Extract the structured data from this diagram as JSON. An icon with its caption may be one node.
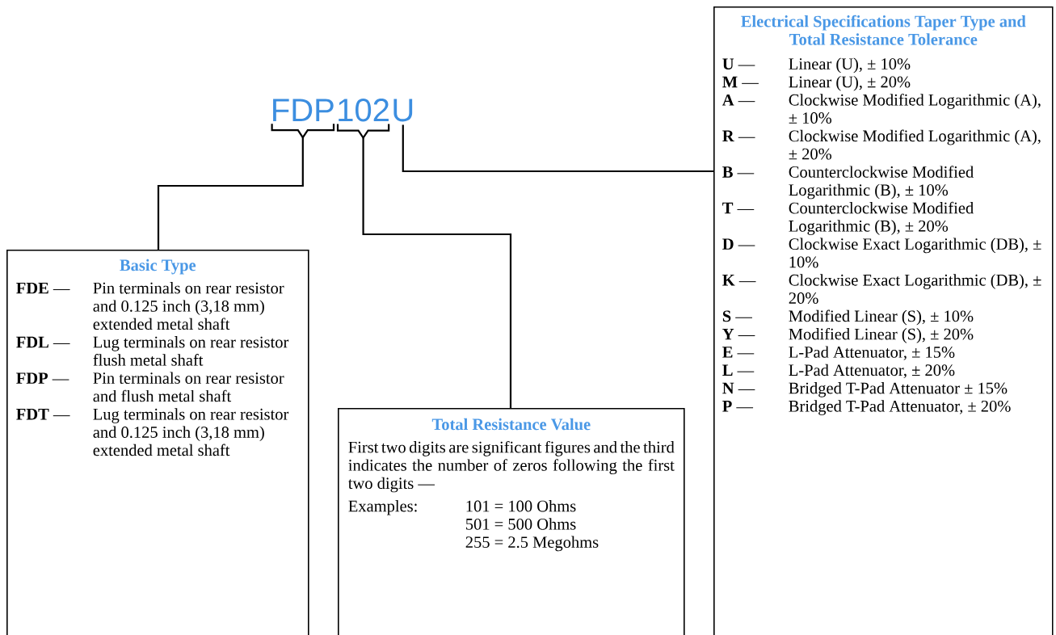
{
  "diagram": {
    "nodes": [
      {
        "text": [
          "FDP"
        ]
      },
      {
        "text": [
          "102"
        ]
      },
      {
        "text": [
          "U"
        ]
      },
      {
        "text": [
          "Basic Type",
          "**FDE** —",
          "Pin terminals on rear resistor and 0.125 inch (3,18 mm) extended metal shaft",
          "**FDL** —",
          "Lug terminals on rear resistor flush metal shaft",
          "**FDP** —",
          "Pin terminals on rear resistor and flush metal shaft",
          "**FDT** —",
          "Lug terminals on rear resistor and 0.125 inch (3,18 mm) extended metal shaft"
        ]
      },
      {
        "text": [
          "Total Resistance Value",
          "First two digits are significant figures and the third indicates the number of zeros following the first two digits —",
          "Examples:",
          "101 = 100 Ohms",
          "501 = 500 Ohms",
          "255 = 2.5 Megohms"
        ]
      },
      {
        "text": [
          "Electrical Specifications Taper Type and Total Resistance Tolerance",
          "**U** —",
          "Linear (U), ± 10%",
          "**M** —",
          "Linear (U), ± 20%",
          "**A** —",
          "Clockwise Modified Logarithmic (A), ± 10%",
          "**R** —",
          "Clockwise Modified Logarithmic (A), ± 20%",
          "**B** —",
          "Counterclockwise Modified Logarithmic (B), ± 10%",
          "**T** —",
          "Counterclockwise Modified Logarithmic (B), ± 20%",
          "**D** —",
          "Clockwise Exact Logarithmic (DB), ± 10%",
          "**K** —",
          "Clockwise Exact Logarithmic (DB), ± 20%",
          "**S** —",
          "Modified Linear (S), ± 10%",
          "**Y** —",
          "Modified Linear (S), ± 20%",
          "**E** —",
          "L-Pad Attenuator, ± 15%",
          "**L** —",
          "L-Pad Attenuator, ± 20%",
          "**N** —",
          "Bridged T-Pad Attenuator ± 15%",
          "**P** —",
          "Bridged T-Pad Attenuator, ± 20%"
        ]
      }
    ],
    "edges": [
      {
        "from": 0,
        "to": 3,
        "arrow": "none"
      },
      {
        "from": 1,
        "to": 4,
        "arrow": "none"
      },
      {
        "from": 2,
        "to": 5,
        "arrow": "none"
      }
    ]
  }
}
